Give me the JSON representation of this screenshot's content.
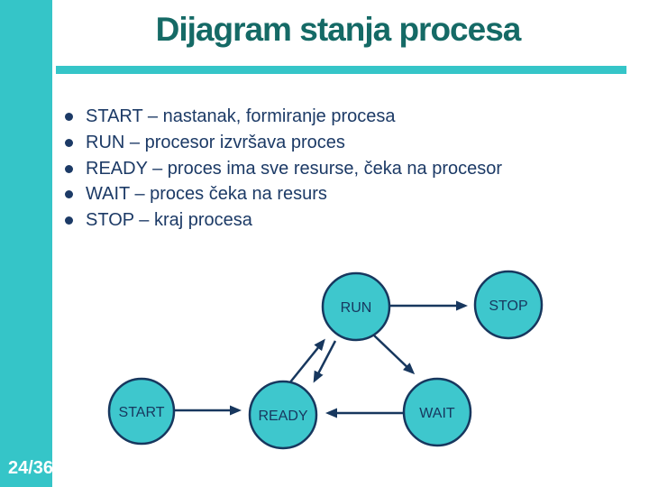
{
  "slide": {
    "title": "Dijagram stanja procesa",
    "page_number": "24/36"
  },
  "bullets": {
    "items": [
      "START – nastanak, formiranje procesa",
      "RUN – procesor izvršava proces",
      "READY – proces ima sve resurse, čeka na procesor",
      "WAIT – proces čeka na resurs",
      "STOP – kraj procesa"
    ]
  },
  "diagram": {
    "nodes": {
      "run": "RUN",
      "stop": "STOP",
      "start": "START",
      "ready": "READY",
      "wait": "WAIT"
    },
    "edges": [
      "RUN → STOP",
      "READY → RUN",
      "RUN → READY",
      "RUN → WAIT",
      "START → READY",
      "WAIT → READY"
    ]
  },
  "theme": {
    "accent_teal": "#35c5c8",
    "node_fill": "#3ec7cd",
    "node_stroke": "#17375e",
    "arrow_color": "#17375e",
    "title_color": "#156a66",
    "body_text_color": "#1c3a66",
    "page_number_color": "#ffffff"
  }
}
